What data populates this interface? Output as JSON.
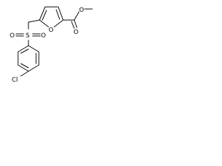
{
  "figure": {
    "type": "chemical-structure",
    "atoms": {
      "o_furan": "O",
      "s_sulfonyl": "S",
      "o_sulfonyl_left": "O",
      "o_sulfonyl_right": "O",
      "o_carbonyl": "O",
      "o_ester": "O",
      "cl": "Cl"
    }
  }
}
